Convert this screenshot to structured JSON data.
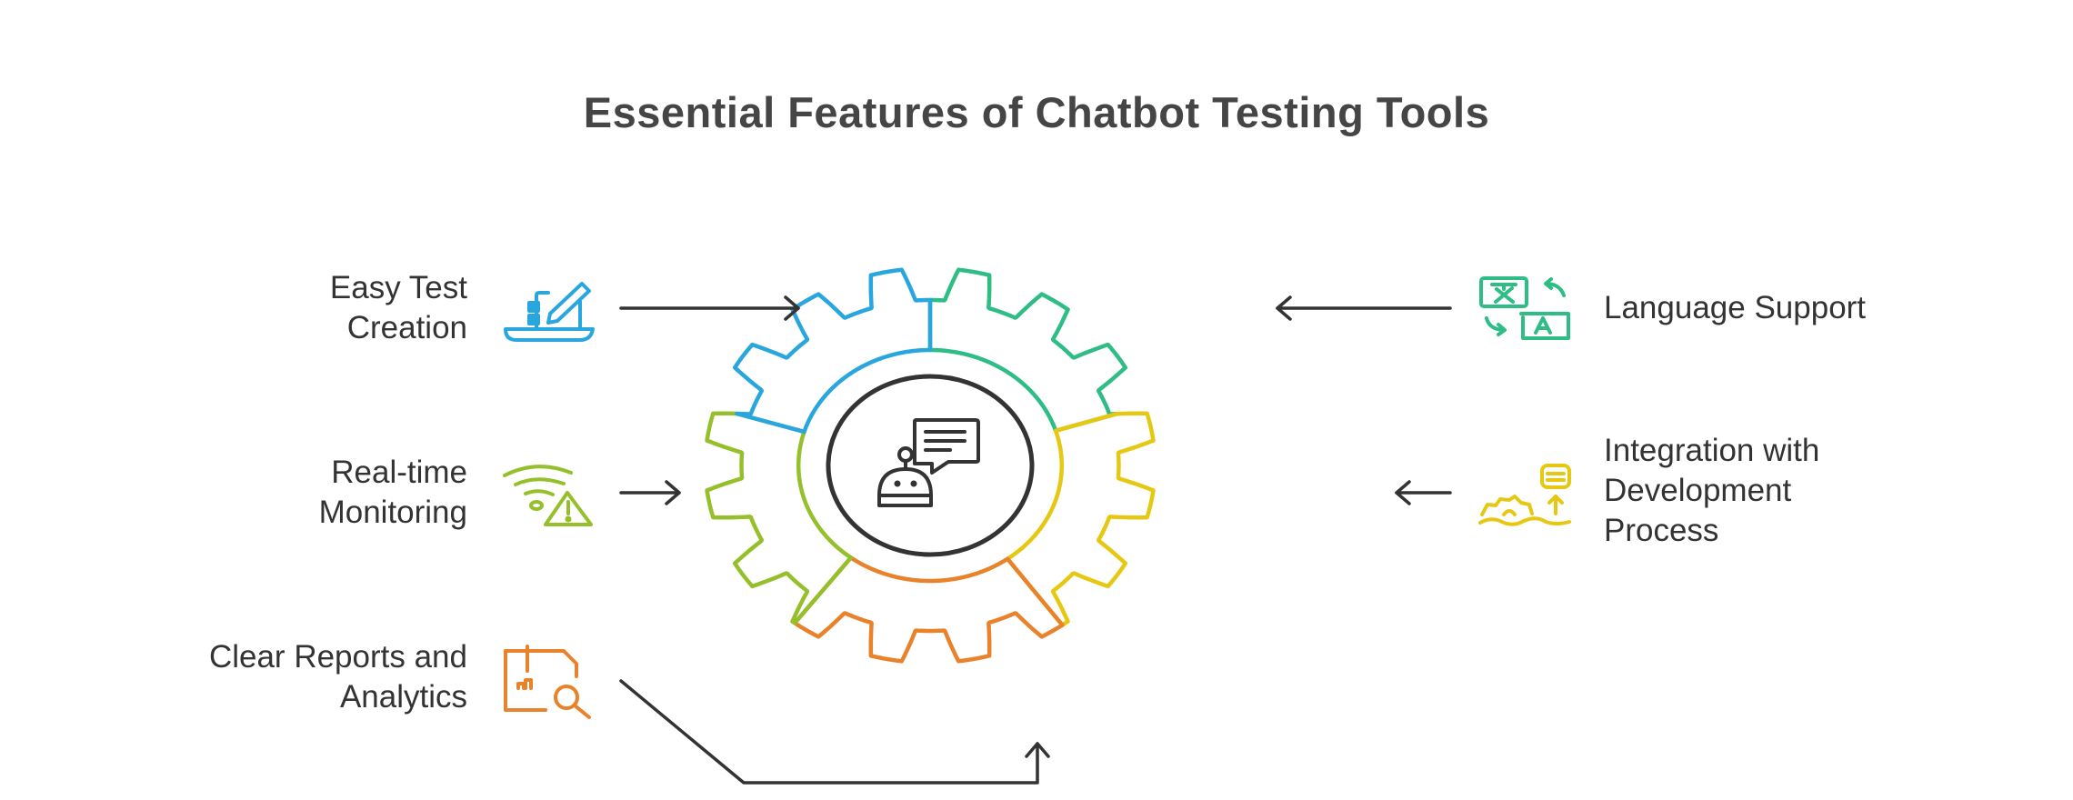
{
  "title": "Essential Features of Chatbot Testing Tools",
  "center": {
    "icon": "chatbot-icon"
  },
  "features": {
    "easy_test_creation": {
      "lines": [
        "Easy Test",
        "Creation"
      ],
      "icon": "laptop-edit-icon",
      "color": "#2aa6df"
    },
    "real_time_monitoring": {
      "lines": [
        "Real-time",
        "Monitoring"
      ],
      "icon": "wifi-warning-icon",
      "color": "#95c02c"
    },
    "clear_reports": {
      "lines": [
        "Clear Reports and",
        "Analytics"
      ],
      "icon": "report-search-icon",
      "color": "#e8832b"
    },
    "language_support": {
      "lines": [
        "Language Support"
      ],
      "icon": "translate-icon",
      "color": "#2fbd86"
    },
    "integration": {
      "lines": [
        "Integration with",
        "Development",
        "Process"
      ],
      "icon": "gear-database-icon",
      "color": "#e6c813"
    }
  }
}
